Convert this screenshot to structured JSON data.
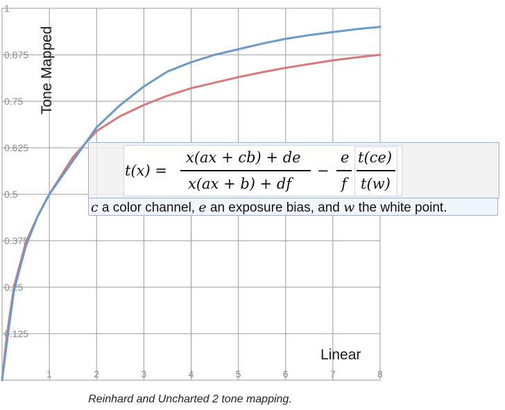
{
  "chart_data": {
    "type": "line",
    "xlabel": "Linear",
    "ylabel": "Tone Mapped",
    "xlim": [
      0,
      8
    ],
    "ylim": [
      0,
      1
    ],
    "x_ticks": [
      "1",
      "2",
      "3",
      "4",
      "5",
      "6",
      "7",
      "8"
    ],
    "y_ticks": [
      "0.125",
      "0.25",
      "0.375",
      "0.5",
      "0.625",
      "0.75",
      "0.875",
      "1"
    ],
    "grid": true,
    "series": [
      {
        "color": "#6a9acb",
        "x": [
          0,
          0.1,
          0.25,
          0.5,
          0.75,
          1,
          1.5,
          2,
          2.5,
          3,
          3.5,
          4,
          4.5,
          5,
          5.5,
          6,
          6.5,
          7,
          7.5,
          8
        ],
        "y": [
          0,
          0.1,
          0.24,
          0.36,
          0.44,
          0.5,
          0.59,
          0.68,
          0.74,
          0.79,
          0.83,
          0.855,
          0.875,
          0.89,
          0.905,
          0.918,
          0.928,
          0.936,
          0.944,
          0.95
        ]
      },
      {
        "color": "#d87878",
        "x": [
          0,
          0.1,
          0.25,
          0.5,
          0.75,
          1,
          1.5,
          2,
          2.5,
          3,
          3.5,
          4,
          4.5,
          5,
          5.5,
          6,
          6.5,
          7,
          7.5,
          8
        ],
        "y": [
          0,
          0.12,
          0.25,
          0.37,
          0.44,
          0.5,
          0.6,
          0.67,
          0.71,
          0.74,
          0.765,
          0.785,
          0.8,
          0.815,
          0.828,
          0.84,
          0.85,
          0.86,
          0.868,
          0.875
        ]
      }
    ]
  },
  "formula": {
    "lhs": "t(x) =",
    "numerator": "x(ax + cb) + de",
    "denominator": "x(ax + b) + df",
    "minus": "−",
    "e": "e",
    "f": "f",
    "tce": "t(ce)",
    "tw": "t(w)"
  },
  "caption_line": {
    "c": "c",
    "t1": " a color channel, ",
    "e": "e",
    "t2": " an exposure bias, and ",
    "w": "w",
    "t3": " the white point."
  },
  "figure_caption": "Reinhard and Uncharted 2 tone mapping."
}
